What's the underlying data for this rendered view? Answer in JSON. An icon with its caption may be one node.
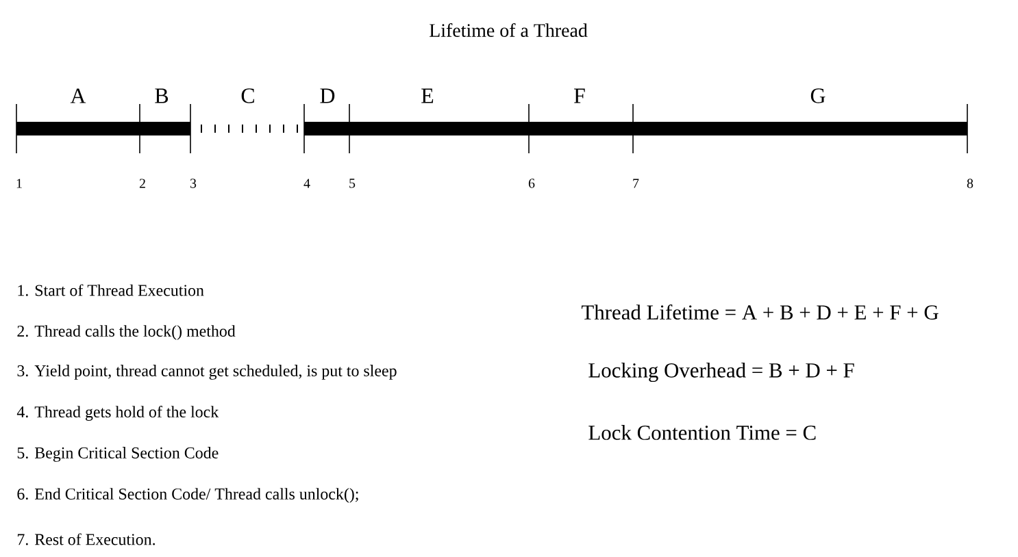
{
  "diagram": {
    "title": "Lifetime of a Thread",
    "labels": [
      "A",
      "B",
      "C",
      "D",
      "E",
      "F",
      "G",
      "1",
      "2",
      "3",
      "4",
      "5",
      "6",
      "7",
      "8",
      "1. Start of Thread Execution",
      "2. Thread calls the lock() method",
      "3. Yield point, thread cannot get scheduled, is put to sleep",
      "4. Thread gets hold of the lock",
      "5. Begin Critical Section Code",
      "6. End Critical Section Code/ Thread calls unlock();",
      "7. Rest of Execution.",
      "Thread Lifetime = A + B + D + E + F + G",
      "Locking Overhead = B + D + F",
      "Lock Contention Time = C"
    ]
  }
}
